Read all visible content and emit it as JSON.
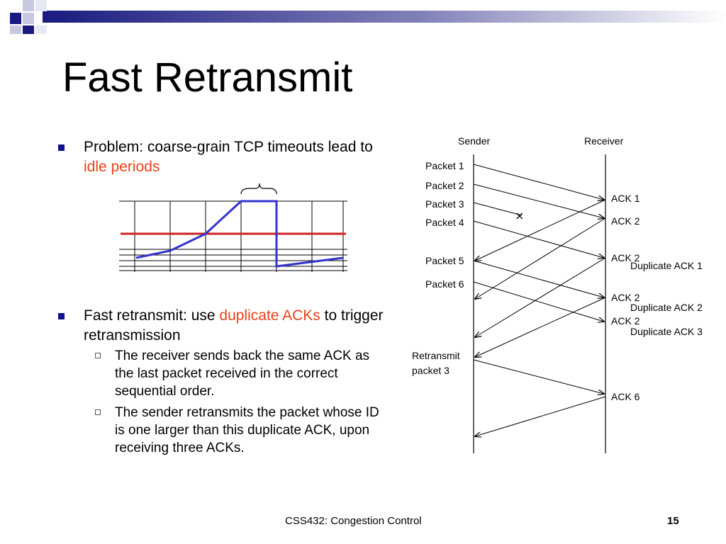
{
  "slide": {
    "title": "Fast Retransmit",
    "bullet1": {
      "text_before": "Problem: coarse-grain TCP timeouts lead to ",
      "highlight": "idle periods"
    },
    "bullet2": {
      "text_before": "Fast retransmit: use ",
      "highlight": "duplicate ACKs",
      "text_after": " to trigger retransmission"
    },
    "subbullets": [
      "The receiver sends back the same ACK as the last packet received in the correct sequential order.",
      "The sender retransmits the packet whose ID is one larger than this duplicate ACK, upon receiving three ACKs."
    ],
    "footer": "CSS432: Congestion Control",
    "page_number": "15",
    "colors": {
      "accent": "#e8401c",
      "bullet": "#101090",
      "chart_line": "#3333cc",
      "chart_threshold": "#cc2222"
    }
  },
  "diagram": {
    "sender_label": "Sender",
    "receiver_label": "Receiver",
    "packets": [
      "Packet 1",
      "Packet 2",
      "Packet 3",
      "Packet 4",
      "Packet 5",
      "Packet 6",
      "Retransmit",
      "packet 3"
    ],
    "acks": [
      "ACK 1",
      "ACK 2",
      "ACK 2",
      "ACK 2",
      "ACK 2",
      "ACK 6"
    ],
    "duplicates": [
      "Duplicate ACK 1",
      "Duplicate ACK 2",
      "Duplicate ACK 3"
    ],
    "lost_marker": "×"
  }
}
